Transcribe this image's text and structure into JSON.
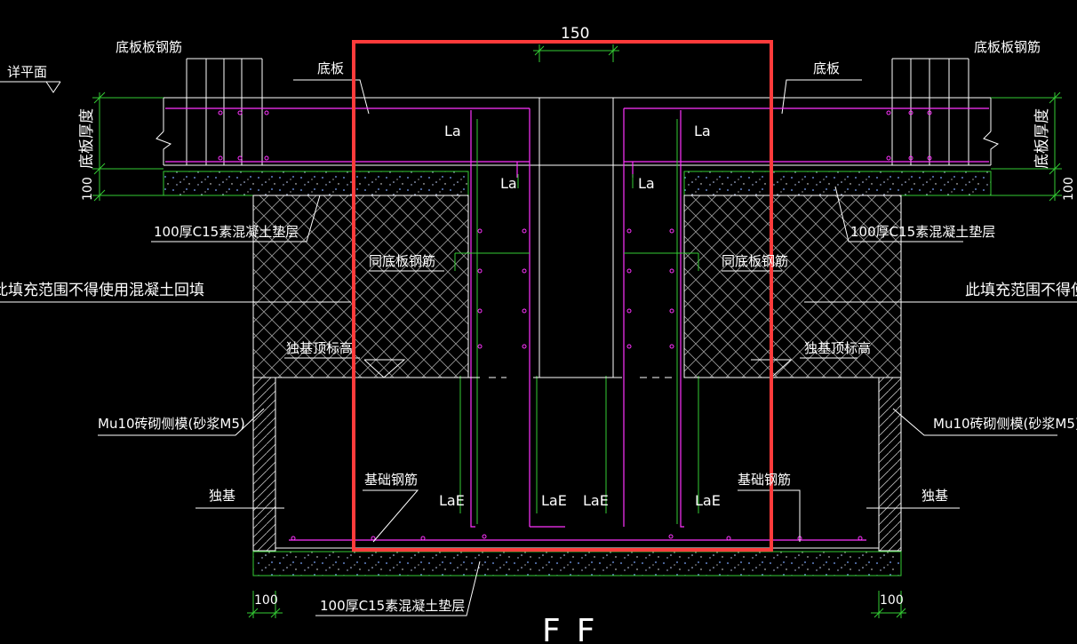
{
  "view": {
    "section_title": "F_F",
    "colors": {
      "background": "#000000",
      "line": "#ffffff",
      "rebar": "#ff33ff",
      "anchor": "#33cc33",
      "highlight": "#ff3b3b",
      "hatch": "#9a9a9a",
      "concrete_dots": "#7da7ff"
    }
  },
  "labels": {
    "top_dim": "150",
    "slab_rebar_left": "底板板钢筋",
    "slab_rebar_right": "底板板钢筋",
    "slab_left": "底板",
    "slab_right": "底板",
    "detail_plane": "详平面",
    "slab_thickness_left": "底板厚度",
    "slab_thickness_right": "底板厚度",
    "dim_100_left": "100",
    "dim_100_right": "100",
    "cushion_left": "100厚C15素混凝土垫层",
    "cushion_right": "100厚C15素混凝土垫层",
    "same_rebar_left": "同底板钢筋",
    "same_rebar_right": "同底板钢筋",
    "backfill_left": "此填充范围不得使用混凝土回填",
    "backfill_right": "此填充范围不得使",
    "footing_top_left": "独基顶标高",
    "footing_top_right": "独基顶标高",
    "brick_left": "Mu10砖砌侧模(砂浆M5)",
    "brick_right": "Mu10砖砌侧模(砂浆M5)",
    "footing_left": "独基",
    "footing_right": "独基",
    "found_rebar_left": "基础钢筋",
    "found_rebar_right": "基础钢筋",
    "cushion_bottom": "100厚C15素混凝土垫层",
    "dim_100_bottom_left": "100",
    "dim_100_bottom_right": "100",
    "la_1": "La",
    "la_2": "La",
    "la_3": "La",
    "la_4": "La",
    "lae_1": "LaE",
    "lae_2": "LaE",
    "lae_3": "LaE",
    "lae_4": "LaE"
  }
}
